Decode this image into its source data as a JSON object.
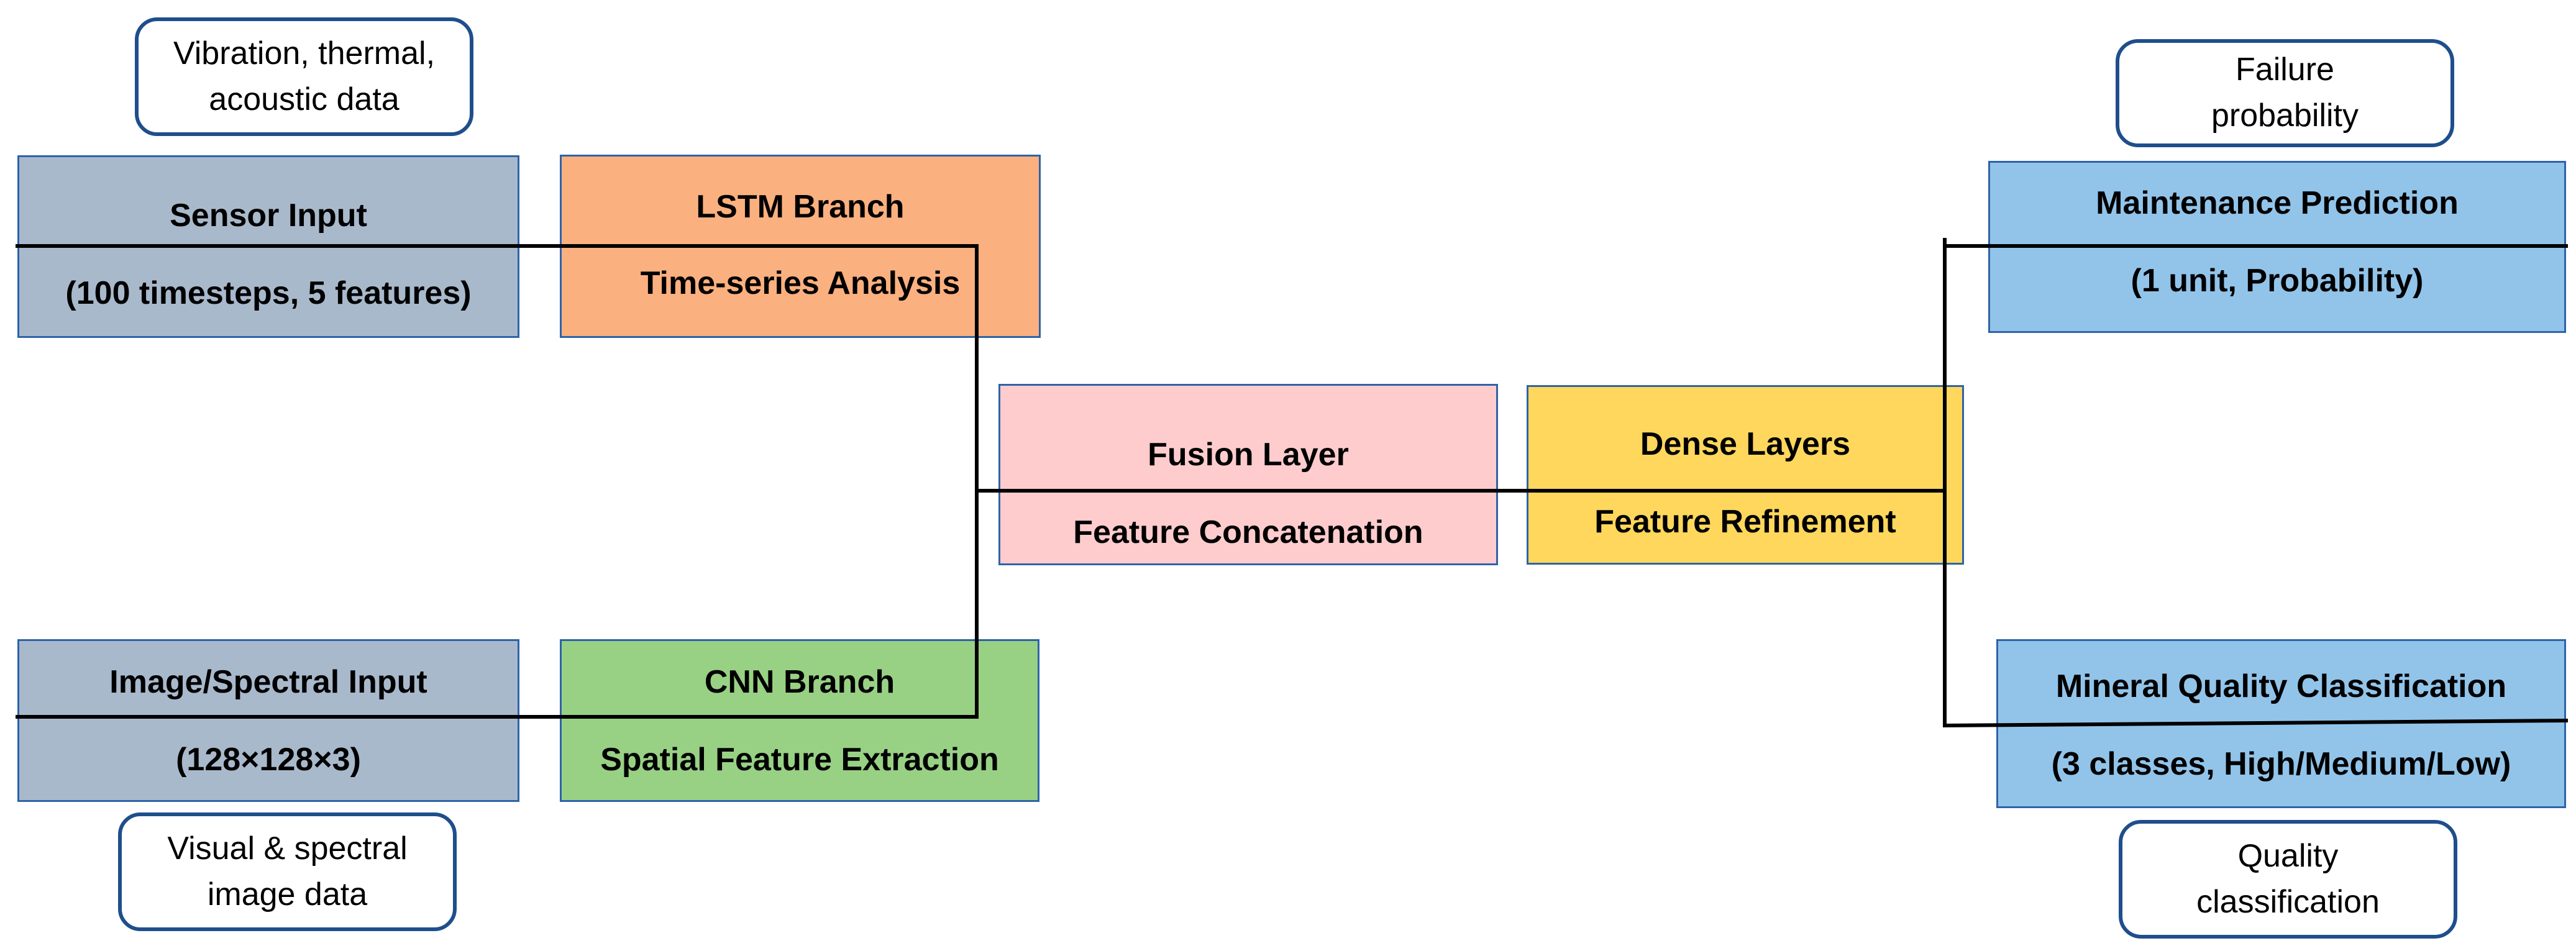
{
  "colors": {
    "input_gray": "#a9b9cc",
    "lstm_orange": "#fbb07f",
    "cnn_green": "#98d184",
    "fusion_pink": "#ffccce",
    "dense_yellow": "#ffd75c",
    "output_blue": "#92c4ea",
    "box_border": "#2e63a8",
    "note_border": "#1f4e8c",
    "wire": "#000000"
  },
  "notes": {
    "sensor": "Vibration, thermal,\nacoustic data",
    "image": "Visual & spectral\nimage data",
    "maintenance": "Failure\nprobability",
    "quality": "Quality\nclassification"
  },
  "nodes": {
    "sensor_input": {
      "title": "Sensor Input",
      "detail": "(100 timesteps, 5 features)"
    },
    "image_input": {
      "title": "Image/Spectral Input",
      "detail": "(128×128×3)"
    },
    "lstm_branch": {
      "title": "LSTM Branch",
      "detail": "Time-series Analysis"
    },
    "cnn_branch": {
      "title": "CNN Branch",
      "detail": "Spatial Feature Extraction"
    },
    "fusion_layer": {
      "title": "Fusion Layer",
      "detail": "Feature Concatenation"
    },
    "dense_layers": {
      "title": "Dense Layers",
      "detail": "Feature Refinement"
    },
    "maintenance_prediction": {
      "title": "Maintenance Prediction",
      "detail": "(1 unit, Probability)"
    },
    "quality_classification": {
      "title": "Mineral Quality Classification",
      "detail": "(3 classes, High/Medium/Low)"
    }
  }
}
